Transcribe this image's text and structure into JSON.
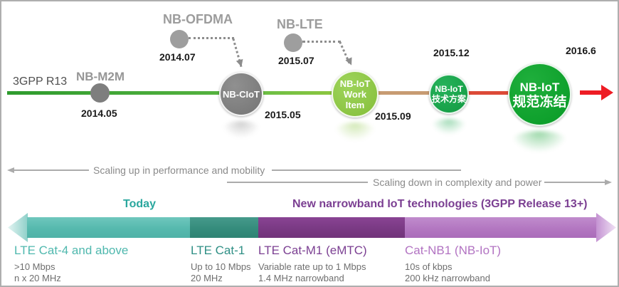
{
  "header": {
    "release": "3GPP R13"
  },
  "timeline": {
    "milestones": [
      {
        "name": "NB-M2M",
        "date": "2014.05"
      },
      {
        "name": "NB-OFDMA",
        "date": "2014.07"
      },
      {
        "name": "NB-CIoT",
        "date": "2015.05"
      },
      {
        "name": "NB-LTE",
        "date": "2015.07"
      },
      {
        "name": "NB-IoT",
        "name2": "Work Item",
        "date": "2015.09"
      },
      {
        "name": "NB-IoT",
        "name2": "技术方案",
        "date": "2015.12"
      },
      {
        "name": "NB-IoT",
        "name2": "规范冻结",
        "date": "2016.6"
      }
    ],
    "colors": {
      "line_green": "#3fa336",
      "line_light_green": "#8cc63f",
      "line_tan": "#c79b72",
      "line_orange_red": "#dc4a37",
      "arrow_red": "#ee1c24",
      "dot_gray": "#7e7e7e",
      "circle_gray": "#7e7e7e",
      "circle_light_green": "#8fc749",
      "circle_green": "#17a54b",
      "circle_dark_green": "#0ca02c"
    }
  },
  "scaling": {
    "up": "Scaling up in performance and mobility",
    "down": "Scaling down in complexity and power"
  },
  "bands": {
    "today": "Today",
    "new_tech": "New narrowband IoT technologies (3GPP Release 13+)",
    "categories": [
      {
        "title": "LTE Cat-4 and above",
        "spec1": ">10 Mbps",
        "spec2": "n x 20 MHz",
        "color": "#5cbdb2",
        "title_color": "#4fb8ae"
      },
      {
        "title": "LTE Cat-1",
        "spec1": "Up to 10 Mbps",
        "spec2": "20 MHz",
        "color": "#37907f",
        "title_color": "#2f8f85"
      },
      {
        "title": "LTE Cat-M1 (eMTC)",
        "spec1": "Variable rate up to 1 Mbps",
        "spec2": "1.4 MHz narrowband",
        "color": "#7c3b86",
        "title_color": "#7b3f92"
      },
      {
        "title": "Cat-NB1 (NB-IoT)",
        "spec1": "10s of kbps",
        "spec2": "200 kHz narrowband",
        "color": "#b77bc5",
        "title_color": "#b273c2"
      }
    ]
  }
}
